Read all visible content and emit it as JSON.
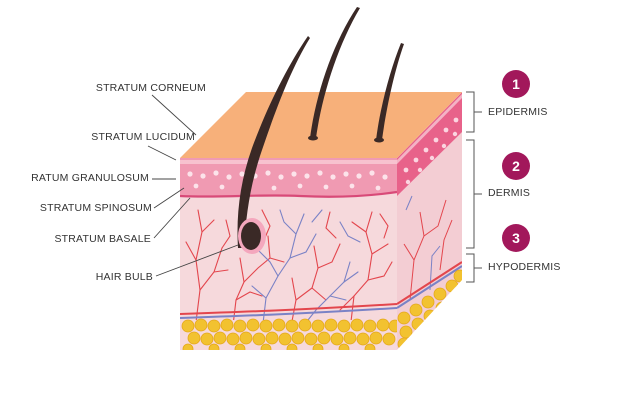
{
  "colors": {
    "epidermis_top": "#F7B07A",
    "epidermis_side": "#E8628A",
    "dermis": "#F6D9DC",
    "hair": "#3A2926",
    "artery": "#E3464D",
    "vein": "#7A82C6",
    "fat": "#F2C230",
    "badge": "#A2185B"
  },
  "left_labels": {
    "stratum_corneum": "STRATUM CORNEUM",
    "stratum_lucidum": "STRATUM LUCIDUM",
    "stratum_granulosum": "RATUM GRANULOSUM",
    "stratum_spinosum": "STRATUM SPINOSUM",
    "stratum_basale": "STRATUM BASALE",
    "hair_bulb": "HAIR BULB"
  },
  "layers": [
    {
      "number": "1",
      "label": "EPIDERMIS"
    },
    {
      "number": "2",
      "label": "DERMIS"
    },
    {
      "number": "3",
      "label": "HYPODERMIS"
    }
  ]
}
